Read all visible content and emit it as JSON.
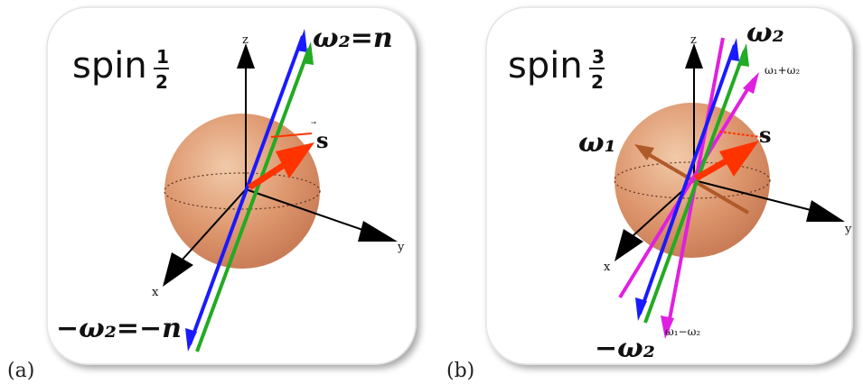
{
  "panel_a": {
    "label": "(a)",
    "spin_word": "spin",
    "frac_num": "1",
    "frac_den": "2",
    "axis_z": "z",
    "axis_x": "x",
    "axis_y": "y",
    "spin_vector": "s",
    "top_label": "ω₂=n",
    "bottom_label": "−ω₂=−n"
  },
  "panel_b": {
    "label": "(b)",
    "spin_word": "spin",
    "frac_num": "3",
    "frac_den": "2",
    "axis_z": "z",
    "axis_x": "x",
    "axis_y": "y",
    "spin_vector": "s",
    "omega1": "ω₁",
    "omega2_top": "ω₂",
    "omega_sum": "ω₁+ω₂",
    "omega_diff": "ω₁−ω₂",
    "omega2_bottom": "−ω₂"
  },
  "colors": {
    "sphere": "#d98a5c",
    "blue_vector": "#1a1aff",
    "green_vector": "#22aa22",
    "magenta_vector": "#e020e0",
    "spin_arrow": "#ff3300",
    "omega1_vector": "#b05a2a",
    "axis": "#000000"
  }
}
